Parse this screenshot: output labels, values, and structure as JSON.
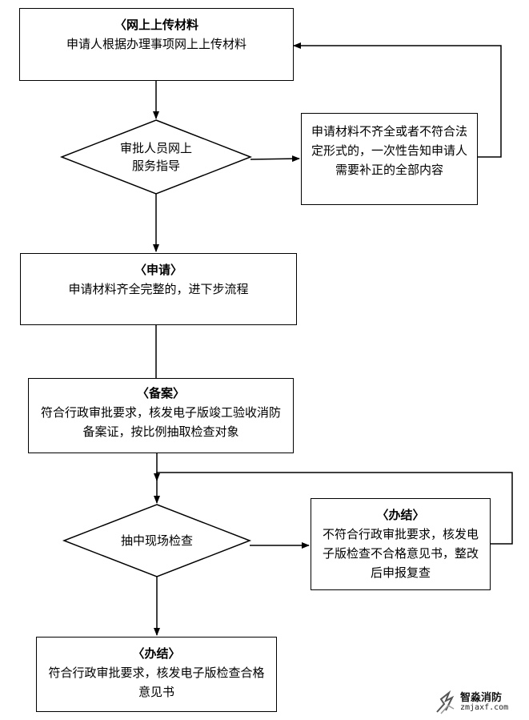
{
  "nodes": {
    "upload": {
      "title": "〈网上上传材料",
      "text": "申请人根据办理事项网上上传材料"
    },
    "guide": {
      "text": "审批人员网上\n服务指导"
    },
    "incomplete": {
      "text": "申请材料不齐全或者不符合法定形式的，一次性告知申请人需要补正的全部内容"
    },
    "apply": {
      "title": "〈申请〉",
      "text": "申请材料齐全完整的，进下步流程"
    },
    "record": {
      "title": "〈备案〉",
      "text": "符合行政审批要求，核发电子版竣工验收消防备案证，按比例抽取检查对象"
    },
    "inspect": {
      "text": "抽中现场检查"
    },
    "fail": {
      "title": "〈办结〉",
      "text": "不符合行政审批要求，核发电子版检查不合格意见书，整改后申报复查"
    },
    "pass": {
      "title": "〈办结〉",
      "text": "符合行政审批要求，核发电子版检查合格意见书"
    }
  },
  "watermark": {
    "brand": "智淼消防",
    "url": "zmjaxf.com"
  }
}
